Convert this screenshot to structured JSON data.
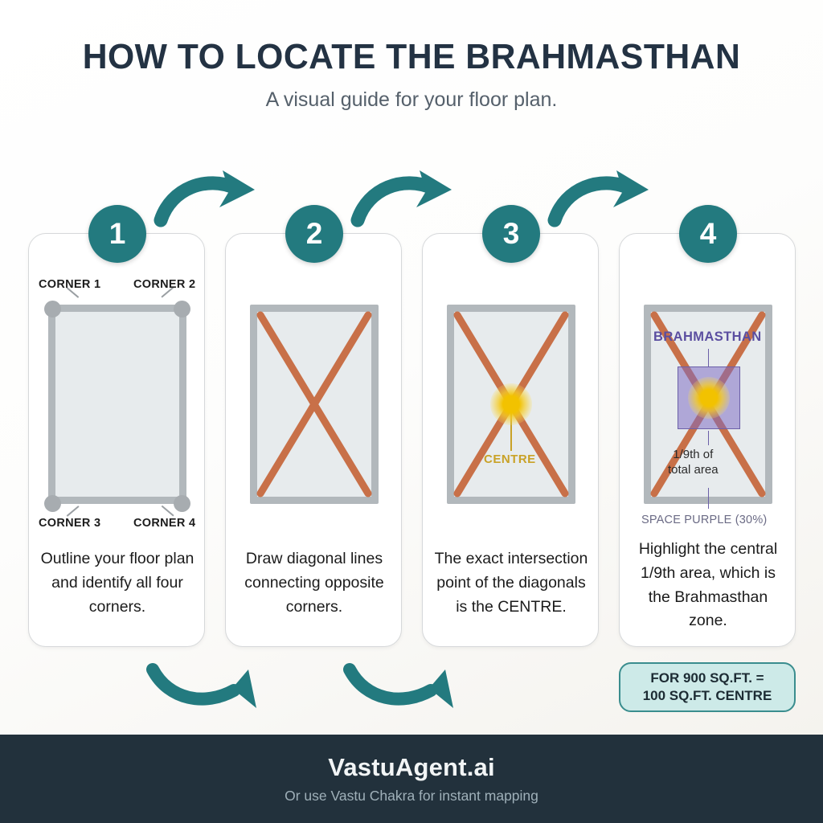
{
  "header": {
    "title": "HOW TO LOCATE THE BRAHMASTHAN",
    "subtitle": "A visual guide for your floor plan."
  },
  "colors": {
    "teal": "#237A7F",
    "orange_diagonal": "#C87048",
    "gold_centre": "#C9A227",
    "purple_zone": "#7C6AC4",
    "purple_label": "#5B4EA0",
    "plan_fill": "#E7EBED",
    "plan_border": "#B2B8BC",
    "footer_bg": "#22313C",
    "badge_bg": "#CDEAE8",
    "title_color": "#233243"
  },
  "steps": [
    {
      "number": "1",
      "caption": "Outline your floor plan and identify all four corners.",
      "corner_labels": [
        "CORNER 1",
        "CORNER 2",
        "CORNER 3",
        "CORNER 4"
      ]
    },
    {
      "number": "2",
      "caption": "Draw diagonal lines connecting opposite corners."
    },
    {
      "number": "3",
      "caption": "The exact intersection point of the diagonals is the CENTRE.",
      "centre_label": "CENTRE"
    },
    {
      "number": "4",
      "caption": "Highlight the central 1/9th area, which is the Brahmasthan zone.",
      "zone_label": "BRAHMASTHAN",
      "area_label_line1": "1/9th of",
      "area_label_line2": "total area",
      "color_note": "SPACE PURPLE (30%)"
    }
  ],
  "badge": {
    "line1": "FOR 900 SQ.FT. =",
    "line2": "100 SQ.FT. CENTRE"
  },
  "footer": {
    "brand": "VastuAgent.ai",
    "tagline": "Or use Vastu Chakra for instant mapping"
  }
}
